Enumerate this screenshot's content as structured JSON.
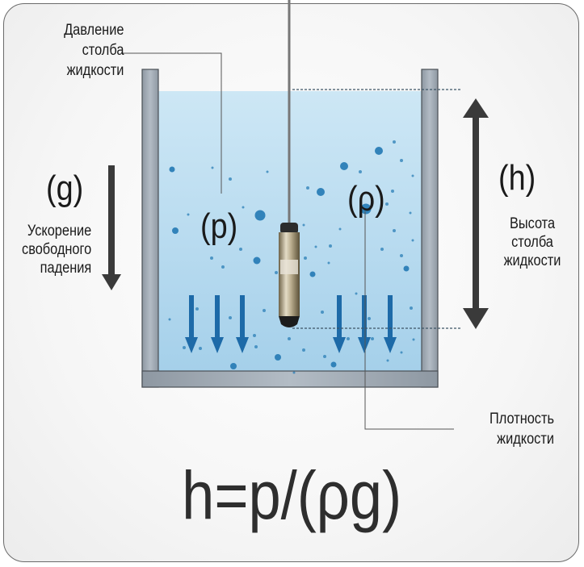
{
  "labels": {
    "pressure": [
      "Давление",
      "столба",
      "жидкости"
    ],
    "gravity": [
      "Ускорение",
      "свободного",
      "падения"
    ],
    "height": [
      "Высота",
      "столба",
      "жидкости"
    ],
    "density": [
      "Плотность",
      "жидкости"
    ]
  },
  "symbols": {
    "g": "(g)",
    "p": "(p)",
    "rho": "(ρ)",
    "h": "(h)"
  },
  "formula": "h=p/(ρg)",
  "colors": {
    "water_top": "#c4e2f3",
    "water_bottom": "#a7d2ec",
    "container": "#a7b0b9",
    "container_edge": "#4a4f55",
    "pressure_arrow": "#1d6aa8",
    "bubble": "#2a7db6",
    "dark_arrow": "#3a3a3a"
  }
}
